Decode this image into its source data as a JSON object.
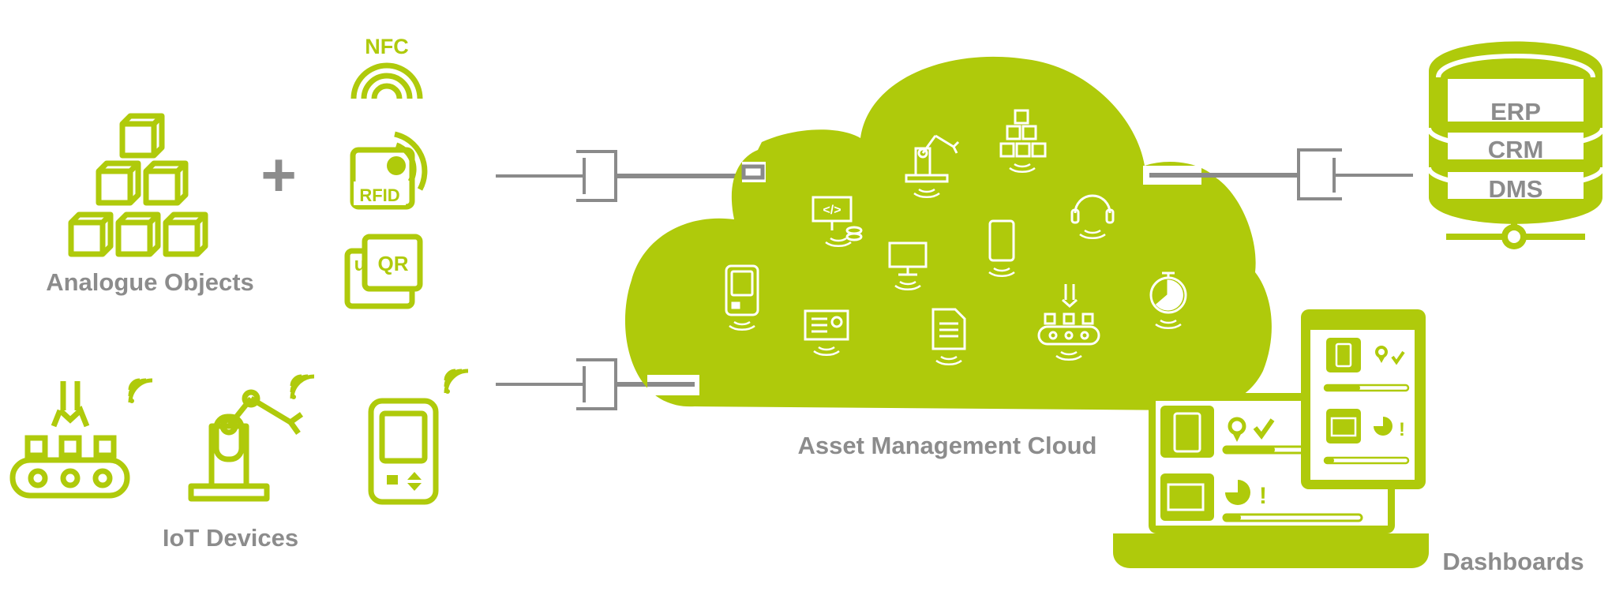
{
  "labels": {
    "nfc": "NFC",
    "rfid": "RFID",
    "qr": "QR",
    "qr_prefix": "u",
    "plus": "+",
    "analogue_objects": "Analogue Objects",
    "iot_devices": "IoT Devices",
    "asset_cloud": "Asset Management Cloud",
    "dashboards": "Dashboards",
    "db_erp": "ERP",
    "db_crm": "CRM",
    "db_dms": "DMS",
    "code_glyph": "</>",
    "alert_mark": "!"
  },
  "colors": {
    "accent": "#afca0b",
    "label_gray": "#8c8c8c",
    "connector_gray": "#8a8a8a",
    "white": "#ffffff"
  },
  "icons": [
    "box-stack-icon",
    "nfc-icon",
    "rfid-tag-icon",
    "qr-tag-icon",
    "conveyor-robot-icon",
    "robot-arm-icon",
    "handheld-device-icon",
    "database-icon",
    "laptop-dashboard-icon",
    "tablet-dashboard-icon",
    "wifi-signal-icon"
  ]
}
